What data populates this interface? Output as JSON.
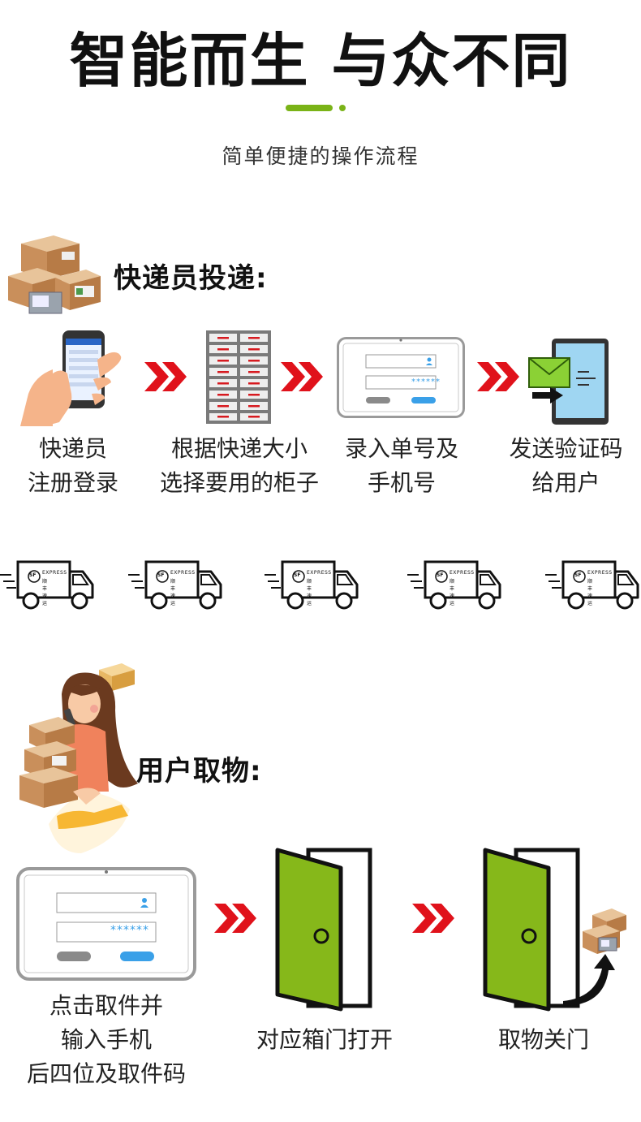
{
  "title": "智能而生 与众不同",
  "subtitle": "简单便捷的操作流程",
  "courier": {
    "heading": "快递员投递:",
    "steps": [
      {
        "line1": "快递员",
        "line2": "注册登录"
      },
      {
        "line1": "根据快递大小",
        "line2": "选择要用的柜子"
      },
      {
        "line1": "录入单号及",
        "line2": "手机号"
      },
      {
        "line1": "发送验证码",
        "line2": "给用户"
      }
    ],
    "password_mask": "******"
  },
  "trucks": {
    "brand_en": "EXPRESS",
    "brand_cn": "顺丰速运",
    "logo": "SF"
  },
  "user": {
    "heading": "用户取物:",
    "steps": [
      {
        "line1": "点击取件并",
        "line2": "输入手机",
        "line3": "后四位及取件码"
      },
      {
        "line1": "对应箱门打开"
      },
      {
        "line1": "取物关门"
      }
    ],
    "password_mask": "******"
  },
  "colors": {
    "accent_green": "#7ab317",
    "arrow_red": "#e0121b",
    "door_green": "#86b81a",
    "form_blue": "#3aa0e8"
  }
}
